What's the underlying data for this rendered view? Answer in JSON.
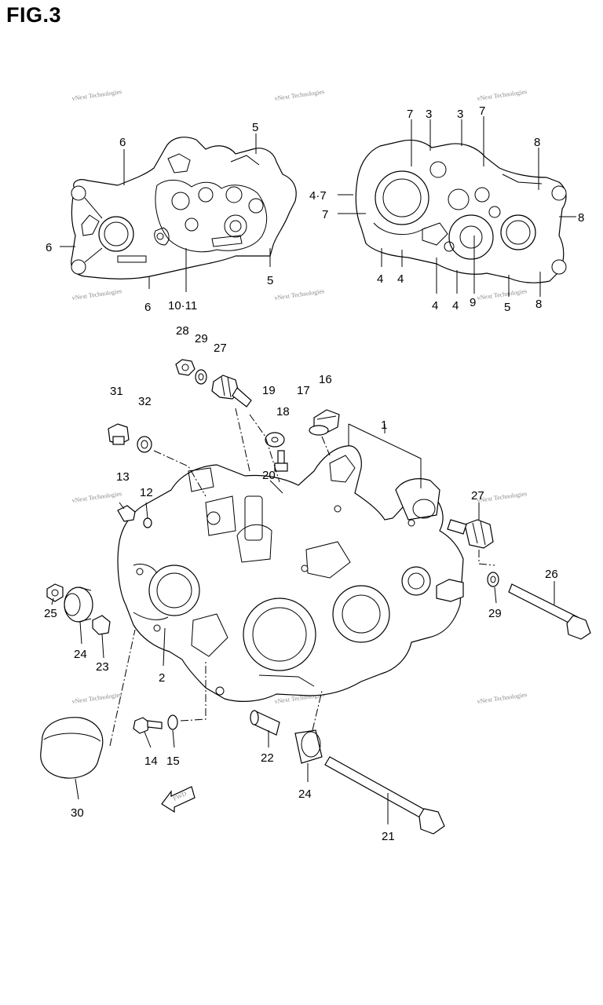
{
  "figure": {
    "title": "FIG.3"
  },
  "watermark": {
    "text": "vNext Technologies"
  },
  "fwd_label": "FWD",
  "callouts": [
    {
      "id": "c6a",
      "text": "6"
    },
    {
      "id": "c5a",
      "text": "5"
    },
    {
      "id": "c6b",
      "text": "6"
    },
    {
      "id": "c5b",
      "text": "5"
    },
    {
      "id": "c6c",
      "text": "6"
    },
    {
      "id": "c1011",
      "text": "10·11"
    },
    {
      "id": "c7a",
      "text": "7"
    },
    {
      "id": "c3a",
      "text": "3"
    },
    {
      "id": "c3b",
      "text": "3"
    },
    {
      "id": "c7b",
      "text": "7"
    },
    {
      "id": "c8a",
      "text": "8"
    },
    {
      "id": "c47",
      "text": "4·7"
    },
    {
      "id": "c7c",
      "text": "7"
    },
    {
      "id": "c8b",
      "text": "8"
    },
    {
      "id": "c4a",
      "text": "4"
    },
    {
      "id": "c4b",
      "text": "4"
    },
    {
      "id": "c4c",
      "text": "4"
    },
    {
      "id": "c4d",
      "text": "4"
    },
    {
      "id": "c9",
      "text": "9"
    },
    {
      "id": "c5c",
      "text": "5"
    },
    {
      "id": "c8c",
      "text": "8"
    },
    {
      "id": "c28",
      "text": "28"
    },
    {
      "id": "c29a",
      "text": "29"
    },
    {
      "id": "c27a",
      "text": "27"
    },
    {
      "id": "c16",
      "text": "16"
    },
    {
      "id": "c17",
      "text": "17"
    },
    {
      "id": "c19",
      "text": "19"
    },
    {
      "id": "c31",
      "text": "31"
    },
    {
      "id": "c32",
      "text": "32"
    },
    {
      "id": "c18",
      "text": "18"
    },
    {
      "id": "c1",
      "text": "1"
    },
    {
      "id": "c20",
      "text": "20"
    },
    {
      "id": "c13",
      "text": "13"
    },
    {
      "id": "c12",
      "text": "12"
    },
    {
      "id": "c27b",
      "text": "27"
    },
    {
      "id": "c26",
      "text": "26"
    },
    {
      "id": "c29b",
      "text": "29"
    },
    {
      "id": "c25",
      "text": "25"
    },
    {
      "id": "c24a",
      "text": "24"
    },
    {
      "id": "c23",
      "text": "23"
    },
    {
      "id": "c2",
      "text": "2"
    },
    {
      "id": "c14",
      "text": "14"
    },
    {
      "id": "c15",
      "text": "15"
    },
    {
      "id": "c22",
      "text": "22"
    },
    {
      "id": "c24b",
      "text": "24"
    },
    {
      "id": "c30",
      "text": "30"
    },
    {
      "id": "c21",
      "text": "21"
    }
  ]
}
